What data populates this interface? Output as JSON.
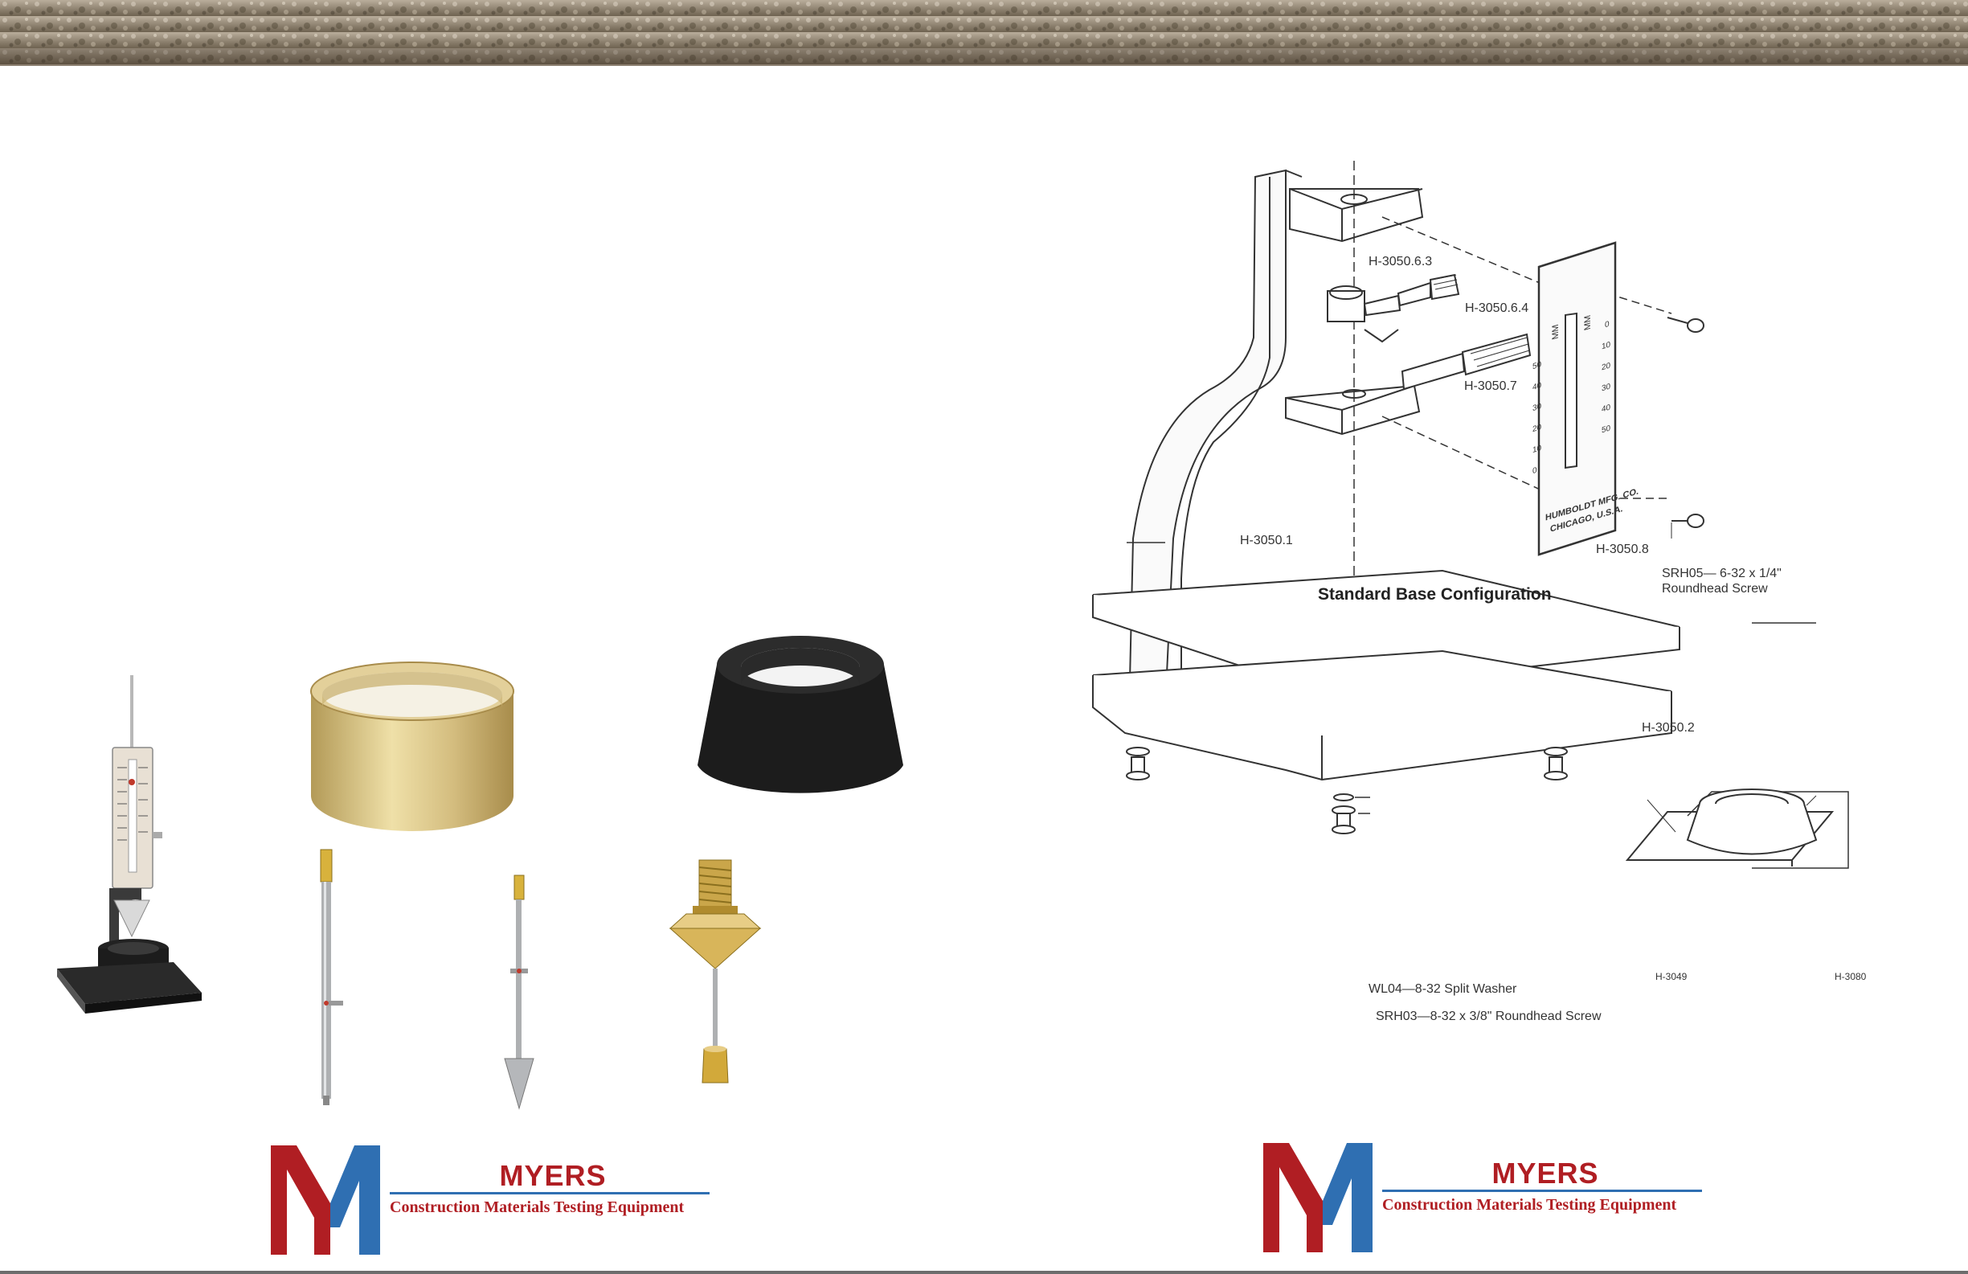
{
  "logos": [
    {
      "brand": "MYERS",
      "tagline": "Construction Materials Testing Equipment"
    },
    {
      "brand": "MYERS",
      "tagline": "Construction Materials Testing Equipment"
    }
  ],
  "diagram": {
    "caption": "Standard Base Configuration",
    "parts": {
      "p6_3": "H-3050.6.3",
      "p6_4": "H-3050.6.4",
      "p7": "H-3050.7",
      "p1": "H-3050.1",
      "p8": "H-3050.8",
      "p2": "H-3050.2",
      "srh05_a": "SRH05— 6-32 x 1/4\"",
      "srh05_b": "Roundhead Screw",
      "wl04": "WL04—8-32 Split Washer",
      "srh03": "SRH03—8-32 x 3/8\" Roundhead Screw",
      "h3049": "H-3049",
      "h3080": "H-3080"
    },
    "plate": {
      "mm_left": "MM",
      "mm_right": "MM",
      "left_scale": [
        "50",
        "40",
        "30",
        "20",
        "10",
        "0"
      ],
      "right_scale": [
        "0",
        "10",
        "20",
        "30",
        "40",
        "50"
      ],
      "maker_line1": "HUMBOLDT MFG. CO.",
      "maker_line2": "CHICAGO, U.S.A."
    }
  },
  "icons": [
    "myers-logo-icon",
    "penetrometer-photo",
    "brass-ring-photo",
    "rubber-cone-photo",
    "plunger-rod-photo",
    "cone-needle-photo",
    "brass-cone-photo"
  ],
  "colors": {
    "brand_red": "#b01e23",
    "brand_blue": "#2f6fb2",
    "brass": "#c9b072",
    "rubber": "#1e1e1e"
  }
}
